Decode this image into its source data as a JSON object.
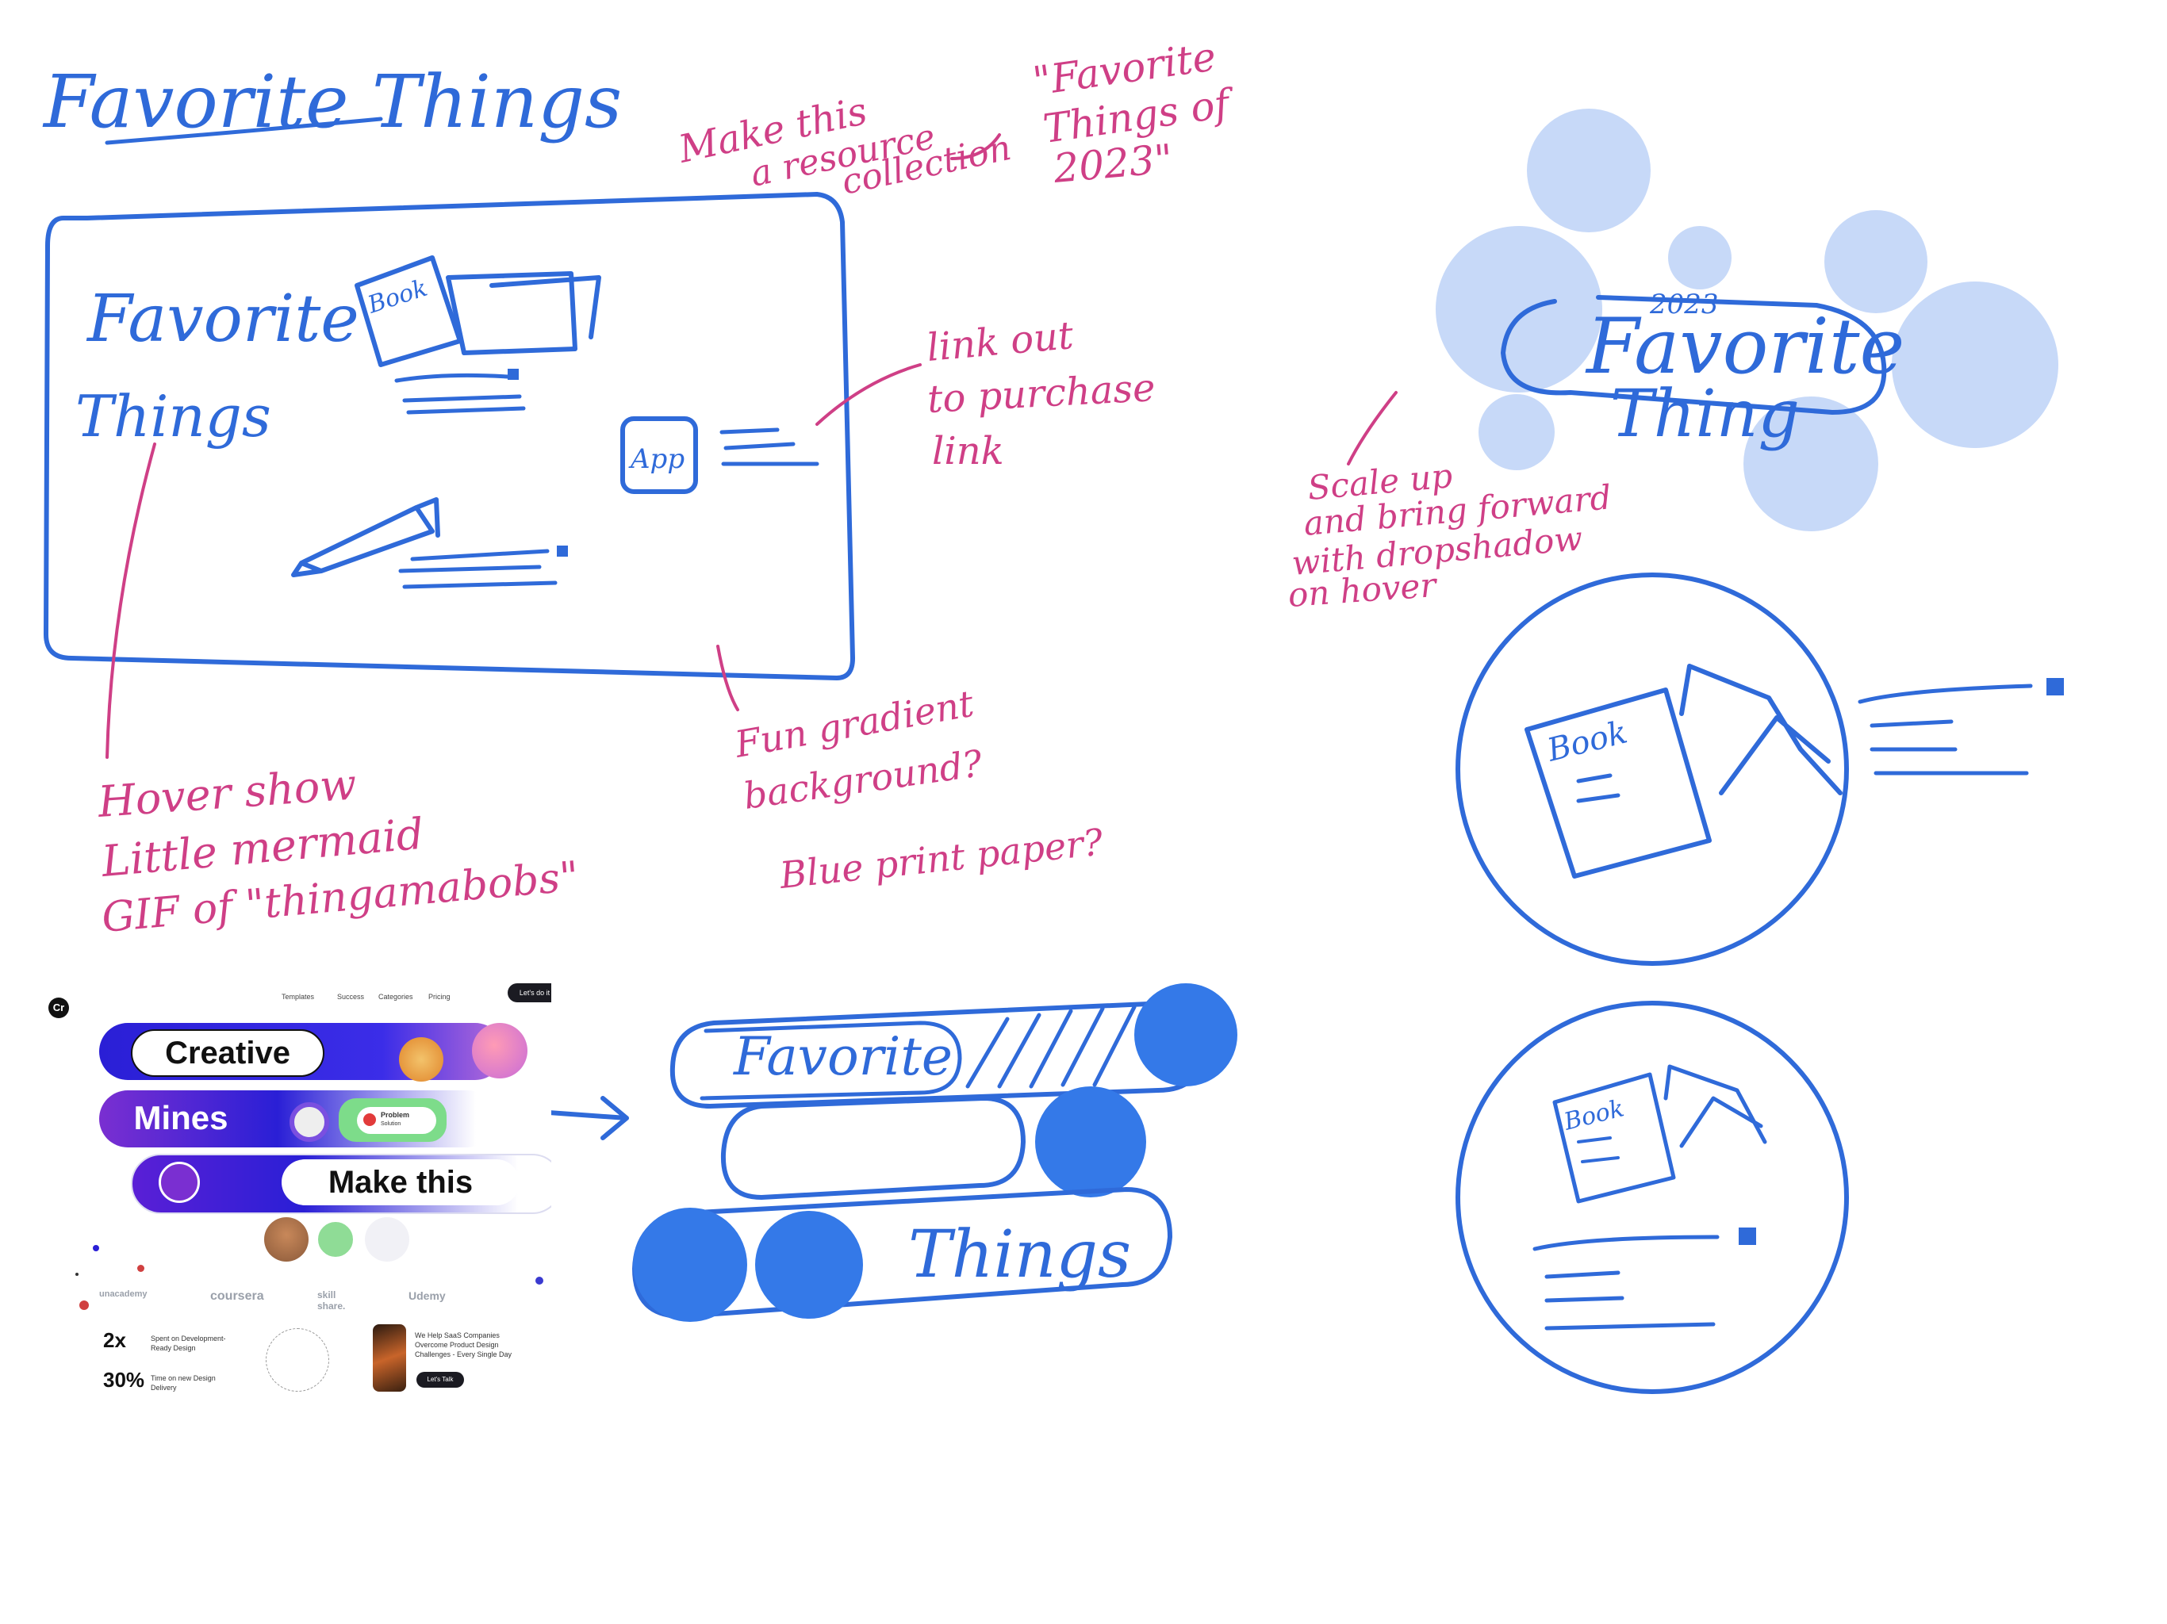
{
  "notes": {
    "page_title": "Favorite Things",
    "resource_line1": "Make this",
    "resource_line2": "a resource",
    "resource_line3": "collection",
    "quote_line1": "\"Favorite",
    "quote_line2": "Things of",
    "quote_line3": "2023\"",
    "sketch_title_line1": "Favorite",
    "sketch_title_line2": "Things",
    "book_label": "Book",
    "app_label": "App",
    "link_line1": "link out",
    "link_line2": "to purchase",
    "link_line3": "link",
    "gradient_line1": "Fun gradient",
    "gradient_line2": "background?",
    "blueprint": "Blue print paper?",
    "hover_line1": "Hover show",
    "hover_line2": "Little mermaid",
    "hover_line3": "GIF of \"thingamabobs\"",
    "bubble_year": "2023",
    "bubble_line1": "Favorite",
    "bubble_line2": "Thing",
    "scale_line1": "Scale up",
    "scale_line2": "and bring forward",
    "scale_line3": "with dropshadow",
    "scale_line4": "on hover",
    "circle_book_1": "Book",
    "circle_book_2": "Book",
    "pill_word_1": "Favorite",
    "pill_word_2": "Things"
  },
  "screenshot": {
    "logo": "Cr",
    "nav": [
      "Templates",
      "Success",
      "Categories",
      "Pricing"
    ],
    "cta": "Let's do it",
    "word1": "Creative",
    "word2": "Mines",
    "word3": "Make this",
    "card_title": "Problem",
    "card_sub": "Solution",
    "brands": [
      "unacademy",
      "coursera",
      "skill share.",
      "Udemy"
    ],
    "stat1_value": "2x",
    "stat1_text": "Spent on Development-Ready Design",
    "stat2_value": "30%",
    "stat2_text": "Time on new Design Delivery",
    "pitch": "We Help SaaS Companies Overcome Product Design Challenges - Every Single Day",
    "talk_button": "Let's Talk"
  },
  "colors": {
    "sketch_blue": "#2f6ad9",
    "note_pink": "#cf3f86",
    "bubble_blue": "#c7d9f8",
    "fill_blue": "#3479e8",
    "shot_blue": "#2a1fd6"
  }
}
